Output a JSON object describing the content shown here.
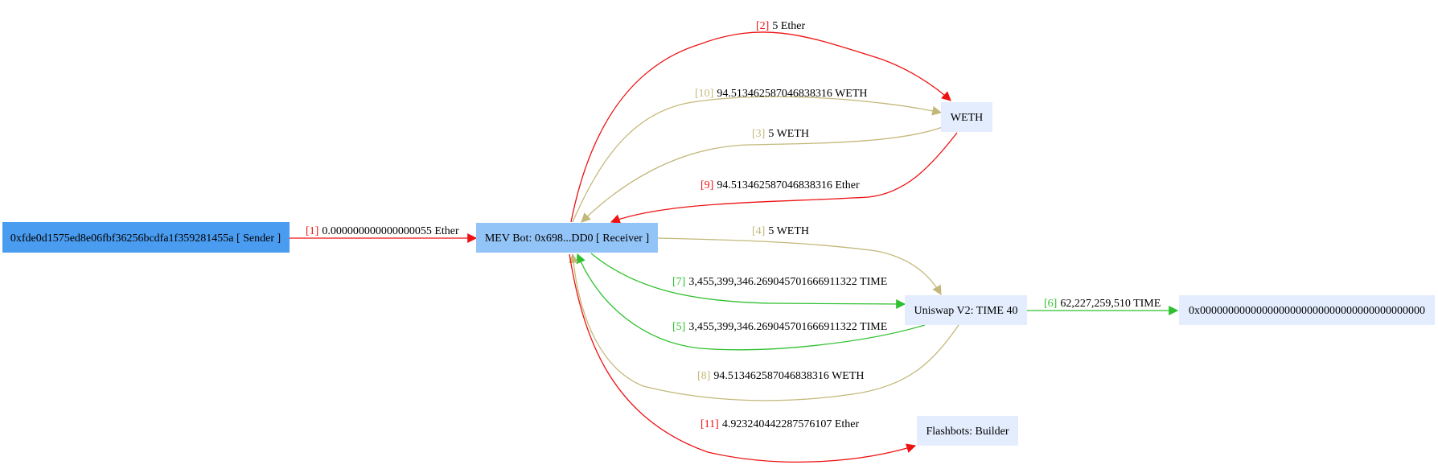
{
  "diagram": {
    "colors": {
      "sender_fill": "#4a9cf0",
      "receiver_fill": "#93c4f7",
      "node_fill": "#e3edfd",
      "ether_edge": "#ee1111",
      "weth_edge": "#c3b87a",
      "time_edge": "#2fc02f"
    },
    "nodes": {
      "sender": {
        "label": "0xfde0d1575ed8e06fbf36256bcdfa1f359281455a [ Sender ]"
      },
      "receiver": {
        "label": "MEV Bot: 0x698...DD0 [ Receiver ]"
      },
      "weth": {
        "label": "WETH"
      },
      "uniswap": {
        "label": "Uniswap V2: TIME 40"
      },
      "zero": {
        "label": "0x0000000000000000000000000000000000000000"
      },
      "flashbots": {
        "label": "Flashbots: Builder"
      }
    },
    "edges": [
      {
        "id": "e1",
        "from": "sender",
        "to": "receiver",
        "step": "[1]",
        "amount": "0.000000000000000055 Ether",
        "kind": "ether"
      },
      {
        "id": "e2",
        "from": "receiver",
        "to": "weth",
        "step": "[2]",
        "amount": "5 Ether",
        "kind": "ether"
      },
      {
        "id": "e3",
        "from": "weth",
        "to": "receiver",
        "step": "[3]",
        "amount": "5 WETH",
        "kind": "weth"
      },
      {
        "id": "e4",
        "from": "receiver",
        "to": "uniswap",
        "step": "[4]",
        "amount": "5 WETH",
        "kind": "weth"
      },
      {
        "id": "e5",
        "from": "uniswap",
        "to": "receiver",
        "step": "[5]",
        "amount": "3,455,399,346.269045701666911322 TIME",
        "kind": "time"
      },
      {
        "id": "e6",
        "from": "uniswap",
        "to": "zero",
        "step": "[6]",
        "amount": "62,227,259,510 TIME",
        "kind": "time"
      },
      {
        "id": "e7",
        "from": "receiver",
        "to": "uniswap",
        "step": "[7]",
        "amount": "3,455,399,346.269045701666911322 TIME",
        "kind": "time"
      },
      {
        "id": "e8",
        "from": "uniswap",
        "to": "receiver",
        "step": "[8]",
        "amount": "94.513462587046838316 WETH",
        "kind": "weth"
      },
      {
        "id": "e9",
        "from": "weth",
        "to": "receiver",
        "step": "[9]",
        "amount": "94.513462587046838316 Ether",
        "kind": "ether"
      },
      {
        "id": "e10",
        "from": "receiver",
        "to": "weth",
        "step": "[10]",
        "amount": "94.513462587046838316 WETH",
        "kind": "weth"
      },
      {
        "id": "e11",
        "from": "receiver",
        "to": "flashbots",
        "step": "[11]",
        "amount": "4.923240442287576107 Ether",
        "kind": "ether"
      }
    ]
  }
}
